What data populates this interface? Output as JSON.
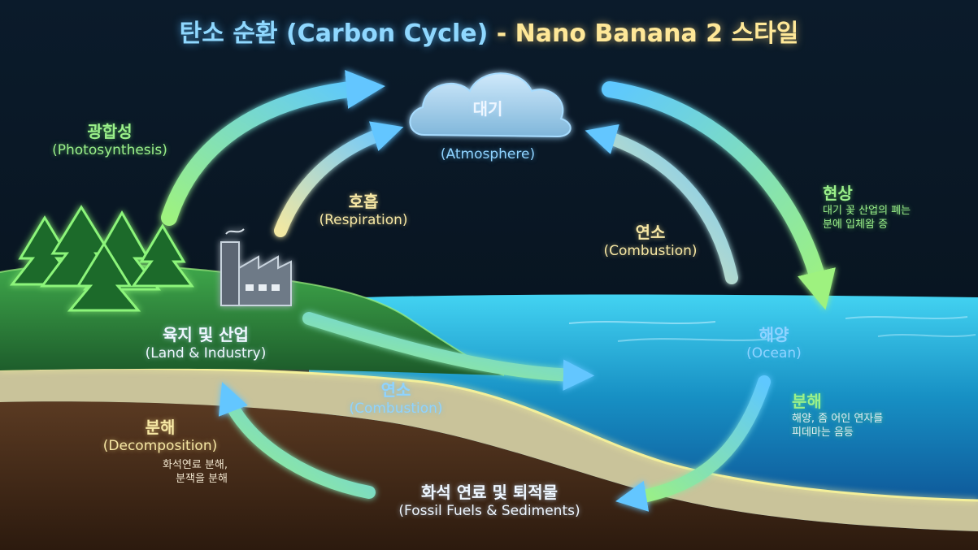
{
  "title": {
    "part1": "탄소 순환 (Carbon Cycle)",
    "part2": "- Nano Banana 2 스타일"
  },
  "nodes": {
    "atmosphere": {
      "ko": "대기",
      "en": "(Atmosphere)"
    },
    "land": {
      "ko": "육지 및 산업",
      "en": "(Land & Industry)"
    },
    "ocean": {
      "ko": "해양",
      "en": "(Ocean)"
    },
    "fossil": {
      "ko": "화석 연료 및 퇴적물",
      "en": "(Fossil Fuels & Sediments)"
    }
  },
  "processes": {
    "photosynthesis": {
      "ko": "광합성",
      "en": "(Photosynthesis)"
    },
    "respiration": {
      "ko": "호흡",
      "en": "(Respiration)"
    },
    "combustion_air": {
      "ko": "연소",
      "en": "(Combustion)"
    },
    "phenomenon": {
      "ko": "현상",
      "line1": "대기 꽃 산업의 폐는",
      "line2": "분에 입체왐 증"
    },
    "combustion_land": {
      "ko": "연소",
      "en": "(Combustion)"
    },
    "decomposition_ocean": {
      "ko": "분해",
      "line1": "해양, 좀 어인 연자를",
      "line2": "피데마는 음등"
    },
    "decomposition_land": {
      "ko": "분해",
      "en": "(Decomposition)",
      "line1": "화석연료 분해,",
      "line2": "분잭을 분해"
    }
  },
  "icons": [
    "cloud-icon",
    "forest-icon",
    "factory-icon",
    "ocean-waves-icon"
  ],
  "colors": {
    "sky": "#07131f",
    "land": "#2f8a3c",
    "sand": "#c9c39a",
    "soil": "#4a2f1c",
    "ocean": "#1aa6d6",
    "green_glow": "#9bf08a",
    "blue_glow": "#8fd3ff",
    "yellow_glow": "#f6e7a4"
  }
}
